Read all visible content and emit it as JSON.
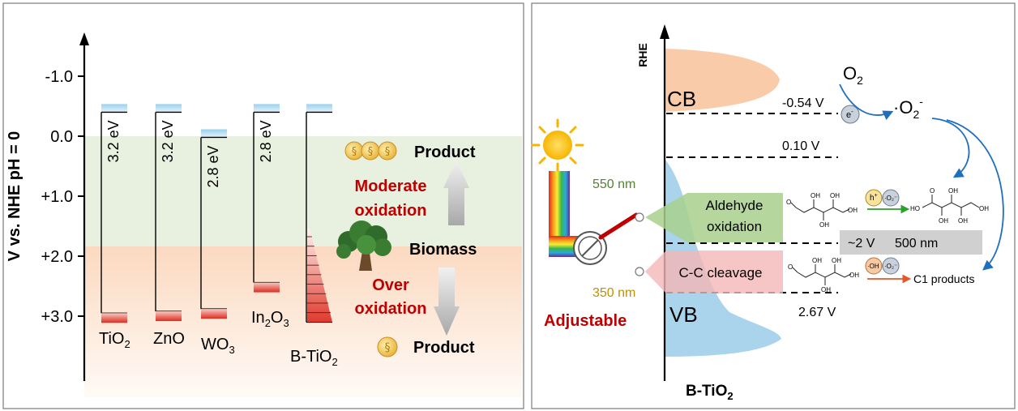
{
  "left_panel": {
    "y_axis_label": "V vs. NHE pH = 0",
    "ticks": [
      {
        "value": -1.0,
        "label": "-1.0"
      },
      {
        "value": 0.0,
        "label": "0.0"
      },
      {
        "value": 1.0,
        "label": "+1.0"
      },
      {
        "value": 2.0,
        "label": "+2.0"
      },
      {
        "value": 3.0,
        "label": "+3.0"
      }
    ],
    "materials": [
      {
        "name": "TiO2",
        "main": "TiO",
        "sub": "2",
        "gap": "3.2 eV",
        "cb": -0.4,
        "vb": 2.95
      },
      {
        "name": "ZnO",
        "main": "ZnO",
        "sub": "",
        "gap": "3.2 eV",
        "cb": -0.4,
        "vb": 2.92
      },
      {
        "name": "WO3",
        "main": "WO",
        "sub": "3",
        "gap": "2.8 eV",
        "cb": 0.02,
        "vb": 2.88
      },
      {
        "name": "In2O3",
        "main": "In",
        "sub": "2",
        "main2": "O",
        "sub2": "3",
        "gap": "2.8 eV",
        "cb": -0.4,
        "vb": 2.44
      },
      {
        "name": "B-TiO2",
        "main": "B-TiO",
        "sub": "2",
        "gap": "",
        "cb": -0.4,
        "vb": 3.1
      }
    ],
    "product_top": "Product",
    "moderate_1": "Moderate",
    "moderate_2": "oxidation",
    "biomass": "Biomass",
    "over_1": "Over",
    "over_2": "oxidation",
    "product_bottom": "Product"
  },
  "right_panel": {
    "y_axis_label": "RHE",
    "cb_label": "CB",
    "vb_label": "VB",
    "level_cb": "-0.54 V",
    "level_mid": "0.10 V",
    "level_vb": "2.67 V",
    "electron": "e",
    "electron_sup": "-",
    "o2": "O",
    "o2_sub": "2",
    "superoxide": "·O",
    "superoxide_sub": "2",
    "superoxide_sup": "-",
    "wl_550": "550 nm",
    "wl_350": "350 nm",
    "adjustable": "Adjustable",
    "aldehyde_1": "Aldehyde",
    "aldehyde_2": "oxidation",
    "cc_cleavage": "C-C cleavage",
    "potential_box_1": "~2 V",
    "potential_box_2": "500 nm",
    "c1_products": "C1 products",
    "hole": "h",
    "hole_sup": "+",
    "hydroxyl": "·OH",
    "material_main": "B-TiO",
    "material_sub": "2"
  },
  "colors": {
    "moderate_red": "#c00000",
    "wl_550_green": "#548235",
    "wl_350_gold": "#bf9000",
    "cb_fill": "#f9cba8",
    "vb_fill": "#a9d4ec",
    "green_zone": "#e8f1df",
    "orange_zone": "#fbe2cf"
  }
}
